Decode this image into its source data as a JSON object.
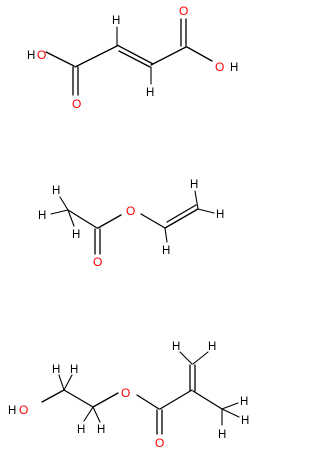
{
  "colors": {
    "background": "#ffffff",
    "bond": "#000000",
    "hydrogen": "#000000",
    "oxygen": "#ff0000"
  },
  "molecules": [
    {
      "atoms": {
        "o1": "O",
        "h1": "H",
        "o2": "O",
        "h_c1": "H",
        "h_c2": "H",
        "o3": "O",
        "h3": "H",
        "o4": "O"
      }
    },
    {
      "atoms": {
        "h1": "H",
        "h2": "H",
        "h3": "H",
        "o1": "O",
        "o2": "O",
        "h4": "H",
        "h5": "H",
        "h6": "H"
      }
    },
    {
      "atoms": {
        "h1": "H",
        "h2": "H",
        "o1": "O",
        "h3": "H",
        "h4": "H",
        "h5": "H",
        "o2": "O",
        "o3": "O",
        "h6": "H",
        "h7": "H",
        "h8": "H",
        "h9": "H",
        "h10": "H"
      }
    }
  ]
}
